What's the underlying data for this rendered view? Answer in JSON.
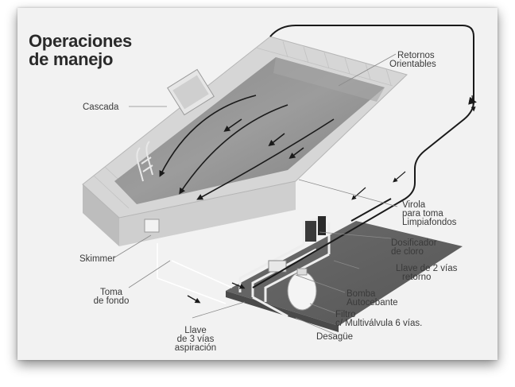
{
  "title": {
    "line1": "Operaciones",
    "line2": "de manejo"
  },
  "labels": {
    "retornos_l1": "Retornos",
    "retornos_l2": "Orientables",
    "cascada": "Cascada",
    "virola_l1": "Virola",
    "virola_l2": "para toma",
    "virola_l3": "Limpiafondos",
    "dosificador_l1": "Dosificador",
    "dosificador_l2": "de cloro",
    "llave2_l1": "Llave de 2 vías",
    "llave2_l2": "retorno",
    "bomba_l1": "Bomba",
    "bomba_l2": "Autocebante",
    "filtro_l1": "Filtro",
    "filtro_l2": "c/ Multiválvula 6 vías.",
    "desague": "Desagüe",
    "skimmer": "Skimmer",
    "toma_l1": "Toma",
    "toma_l2": "de fondo",
    "llave3_l1": "Llave",
    "llave3_l2": "de 3 vías",
    "llave3_l3": "aspiración"
  }
}
